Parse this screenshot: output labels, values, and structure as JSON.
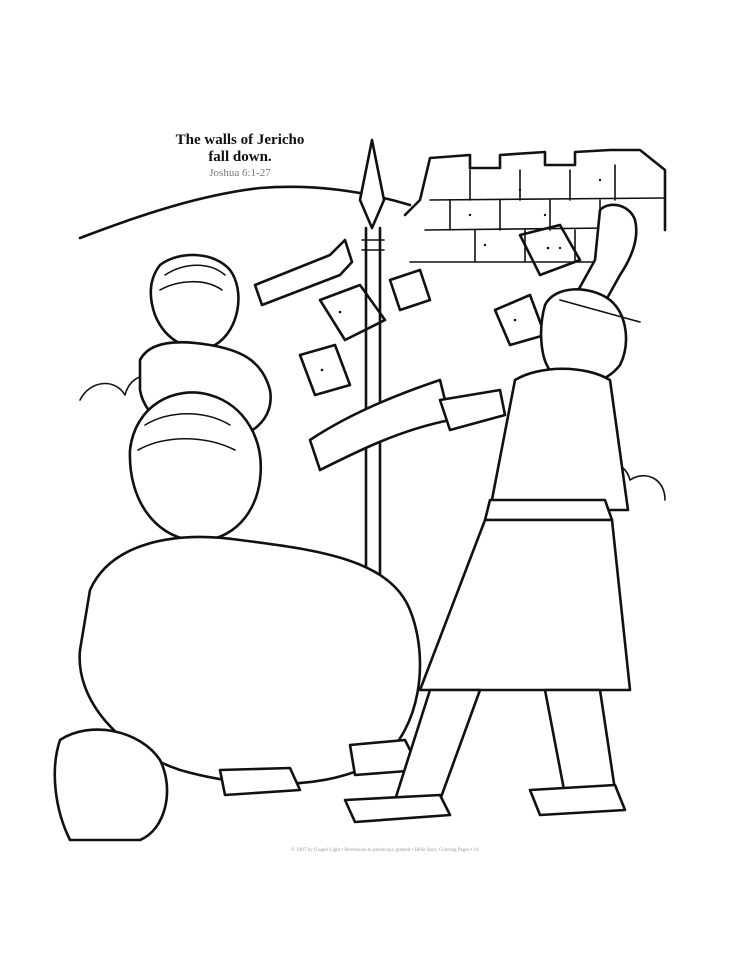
{
  "title": {
    "line1": "The walls of Jericho",
    "line2": "fall down.",
    "reference": "Joshua 6:1-27"
  },
  "footer": {
    "copyright": "© 1997 by Gospel Light • Permission to photocopy granted • Bible Story Coloring Pages • 14"
  },
  "illustration": {
    "subject": "coloring-page",
    "icon": "line-art"
  }
}
